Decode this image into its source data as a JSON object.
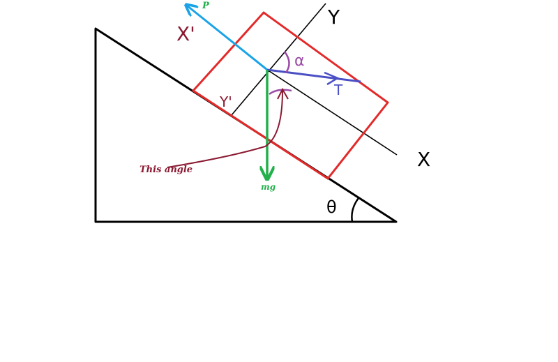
{
  "labels": {
    "p": "P",
    "x_prime": "X'",
    "y_axis": "Y",
    "alpha": "α",
    "t": "T",
    "y_prime": "Y'",
    "x_axis": "X",
    "this_angle": "This angle",
    "mg": "mg",
    "theta": "θ"
  },
  "colors": {
    "incline": "#000000",
    "block": "#e32a2a",
    "axes": "#000000",
    "p_vector": "#1aa3e6",
    "t_vector": "#4b4fc4",
    "mg_vector": "#22b04a",
    "angle_arc": "#9b4aa6",
    "annotation": "#8a1a32",
    "p_label": "#22b04a",
    "mg_label": "#22b04a"
  }
}
